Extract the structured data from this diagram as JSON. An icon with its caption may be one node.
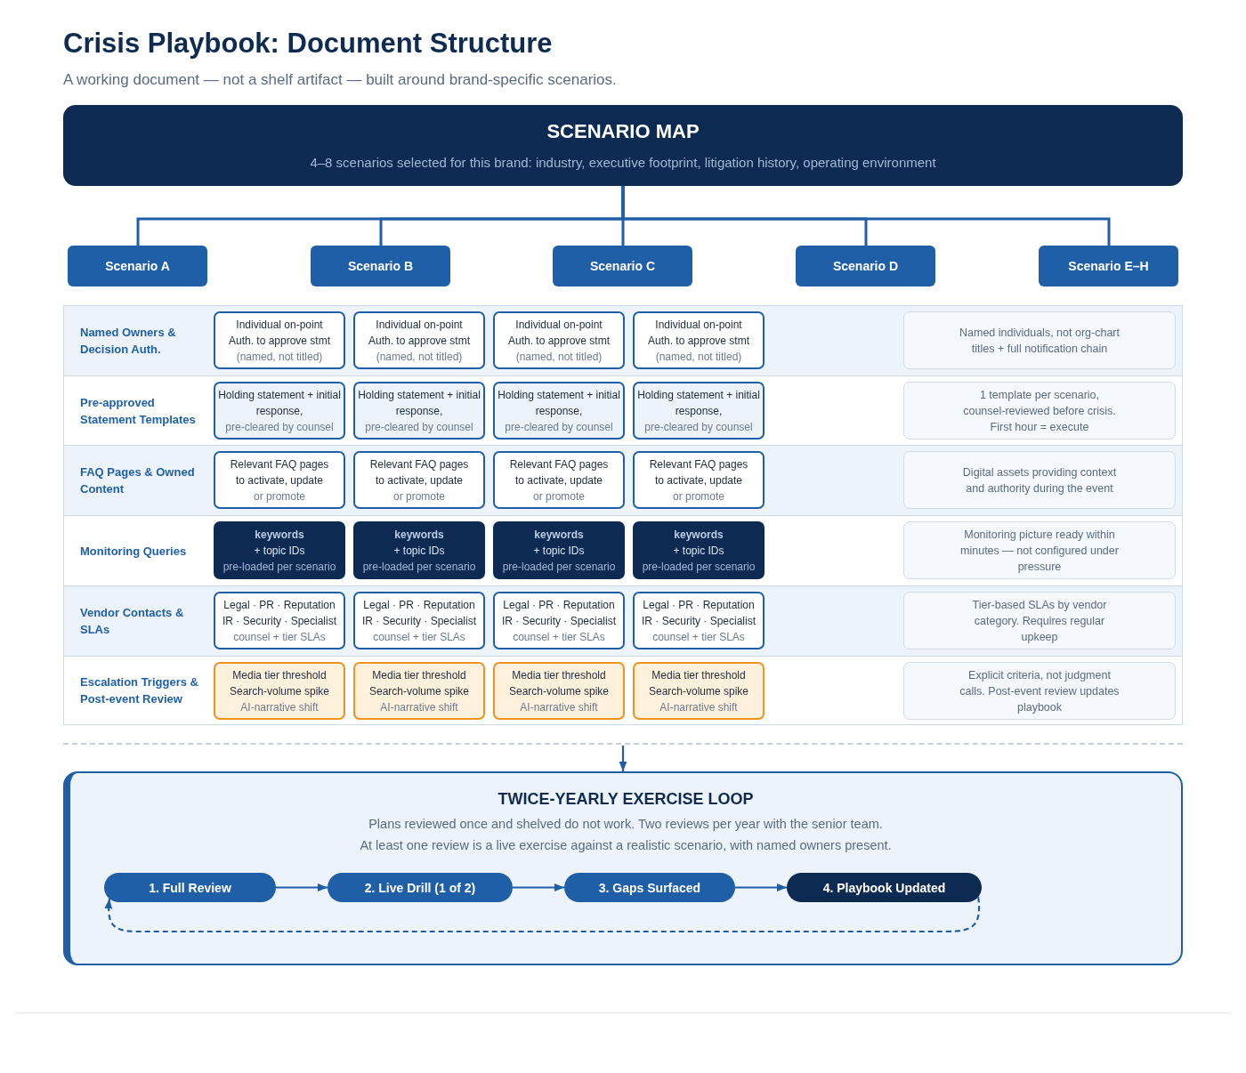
{
  "diagram": {
    "title": "Crisis Playbook: Document Structure",
    "nodes": [
      {
        "text": [
          "SCENARIO MAP",
          "4–8 scenarios selected for this brand: industry, executive footprint, litigation history, operating environment"
        ]
      },
      {
        "text": [
          "Scenario A"
        ]
      },
      {
        "text": [
          "Scenario B"
        ]
      },
      {
        "text": [
          "Scenario C"
        ]
      },
      {
        "text": [
          "Scenario D"
        ]
      },
      {
        "text": [
          "Scenario E–H"
        ]
      },
      {
        "text": [
          "Named Owners & Decision Auth."
        ]
      },
      {
        "text": [
          "Individual on-point",
          "Auth. to approve stmt",
          "(named, not titled)"
        ],
        "in": 6
      },
      {
        "text": [
          "Individual on-point",
          "Auth. to approve stmt",
          "(named, not titled)"
        ],
        "in": 6
      },
      {
        "text": [
          "Individual on-point",
          "Auth. to approve stmt",
          "(named, not titled)"
        ],
        "in": 6
      },
      {
        "text": [
          "Individual on-point",
          "Auth. to approve stmt",
          "(named, not titled)"
        ],
        "in": 6
      },
      {
        "text": [
          "Named individuals, not org-chart titles + full notification chain"
        ],
        "in": 6
      },
      {
        "text": [
          "Pre-approved Statement Templates"
        ]
      },
      {
        "text": [
          "Holding statement + initial response,",
          "pre-cleared by counsel"
        ],
        "in": 12
      },
      {
        "text": [
          "Holding statement + initial response,",
          "pre-cleared by counsel"
        ],
        "in": 12
      },
      {
        "text": [
          "Holding statement + initial response,",
          "pre-cleared by counsel"
        ],
        "in": 12
      },
      {
        "text": [
          "Holding statement + initial response,",
          "pre-cleared by counsel"
        ],
        "in": 12
      },
      {
        "text": [
          "1 template per scenario, counsel-reviewed before crisis. First hour = execute"
        ],
        "in": 12
      },
      {
        "text": [
          "FAQ Pages & Owned Content"
        ]
      },
      {
        "text": [
          "Relevant FAQ pages to activate, update",
          "or promote"
        ],
        "in": 18
      },
      {
        "text": [
          "Relevant FAQ pages to activate, update",
          "or promote"
        ],
        "in": 18
      },
      {
        "text": [
          "Relevant FAQ pages to activate, update",
          "or promote"
        ],
        "in": 18
      },
      {
        "text": [
          "Relevant FAQ pages to activate, update",
          "or promote"
        ],
        "in": 18
      },
      {
        "text": [
          "Digital assets providing context and authority during the event"
        ],
        "in": 18
      },
      {
        "text": [
          "Monitoring Queries"
        ]
      },
      {
        "text": [
          "keywords",
          "+ topic IDs",
          "pre-loaded per scenario"
        ],
        "in": 24
      },
      {
        "text": [
          "keywords",
          "+ topic IDs",
          "pre-loaded per scenario"
        ],
        "in": 24
      },
      {
        "text": [
          "keywords",
          "+ topic IDs",
          "pre-loaded per scenario"
        ],
        "in": 24
      },
      {
        "text": [
          "keywords",
          "+ topic IDs",
          "pre-loaded per scenario"
        ],
        "in": 24
      },
      {
        "text": [
          "Monitoring picture ready within minutes — not configured under pressure"
        ],
        "in": 24
      },
      {
        "text": [
          "Vendor Contacts & SLAs"
        ]
      },
      {
        "text": [
          "Legal · PR · Reputation",
          "IR · Security · Specialist",
          "counsel + tier SLAs"
        ],
        "in": 30
      },
      {
        "text": [
          "Legal · PR · Reputation",
          "IR · Security · Specialist",
          "counsel + tier SLAs"
        ],
        "in": 30
      },
      {
        "text": [
          "Legal · PR · Reputation",
          "IR · Security · Specialist",
          "counsel + tier SLAs"
        ],
        "in": 30
      },
      {
        "text": [
          "Legal · PR · Reputation",
          "IR · Security · Specialist",
          "counsel + tier SLAs"
        ],
        "in": 30
      },
      {
        "text": [
          "Tier-based SLAs by vendor category. Requires regular upkeep"
        ],
        "in": 30
      },
      {
        "text": [
          "Escalation Triggers & Post-event Review"
        ]
      },
      {
        "text": [
          "Media tier threshold",
          "Search-volume spike",
          "AI-narrative shift"
        ],
        "in": 36
      },
      {
        "text": [
          "Media tier threshold",
          "Search-volume spike",
          "AI-narrative shift"
        ],
        "in": 36
      },
      {
        "text": [
          "Media tier threshold",
          "Search-volume spike",
          "AI-narrative shift"
        ],
        "in": 36
      },
      {
        "text": [
          "Media tier threshold",
          "Search-volume spike",
          "AI-narrative shift"
        ],
        "in": 36
      },
      {
        "text": [
          "Explicit criteria, not judgment calls. Post-event review updates playbook"
        ],
        "in": 36
      },
      {
        "text": [
          "TWICE-YEARLY EXERCISE LOOP",
          "Plans reviewed once and shelved do not work. Two reviews per year with the senior team.",
          "At least one review is a live exercise against a realistic scenario, with named owners present."
        ]
      },
      {
        "text": [
          "1. Full Review"
        ],
        "in": 42
      },
      {
        "text": [
          "2. Live Drill (1 of 2)"
        ],
        "in": 42
      },
      {
        "text": [
          "3. Gaps Surfaced"
        ],
        "in": 42
      },
      {
        "text": [
          "4. Playbook Updated"
        ],
        "in": 42
      }
    ],
    "edges": [
      {
        "from": 0,
        "to": 1,
        "arrow": "none"
      },
      {
        "from": 0,
        "to": 2,
        "arrow": "none"
      },
      {
        "from": 0,
        "to": 3,
        "arrow": "none"
      },
      {
        "from": 0,
        "to": 4,
        "arrow": "none"
      },
      {
        "from": 0,
        "to": 5,
        "arrow": "none"
      },
      {
        "from": null,
        "to": 42,
        "arrow": "to"
      },
      {
        "from": 43,
        "to": 44,
        "arrow": "to"
      },
      {
        "from": 44,
        "to": 45,
        "arrow": "to"
      },
      {
        "from": 45,
        "to": 46,
        "arrow": "to"
      },
      {
        "from": 46,
        "to": 43,
        "arrow": "to",
        "style": "dashed"
      }
    ],
    "labels": [
      "A working document — not a shelf artifact — built around brand-specific scenarios."
    ]
  }
}
